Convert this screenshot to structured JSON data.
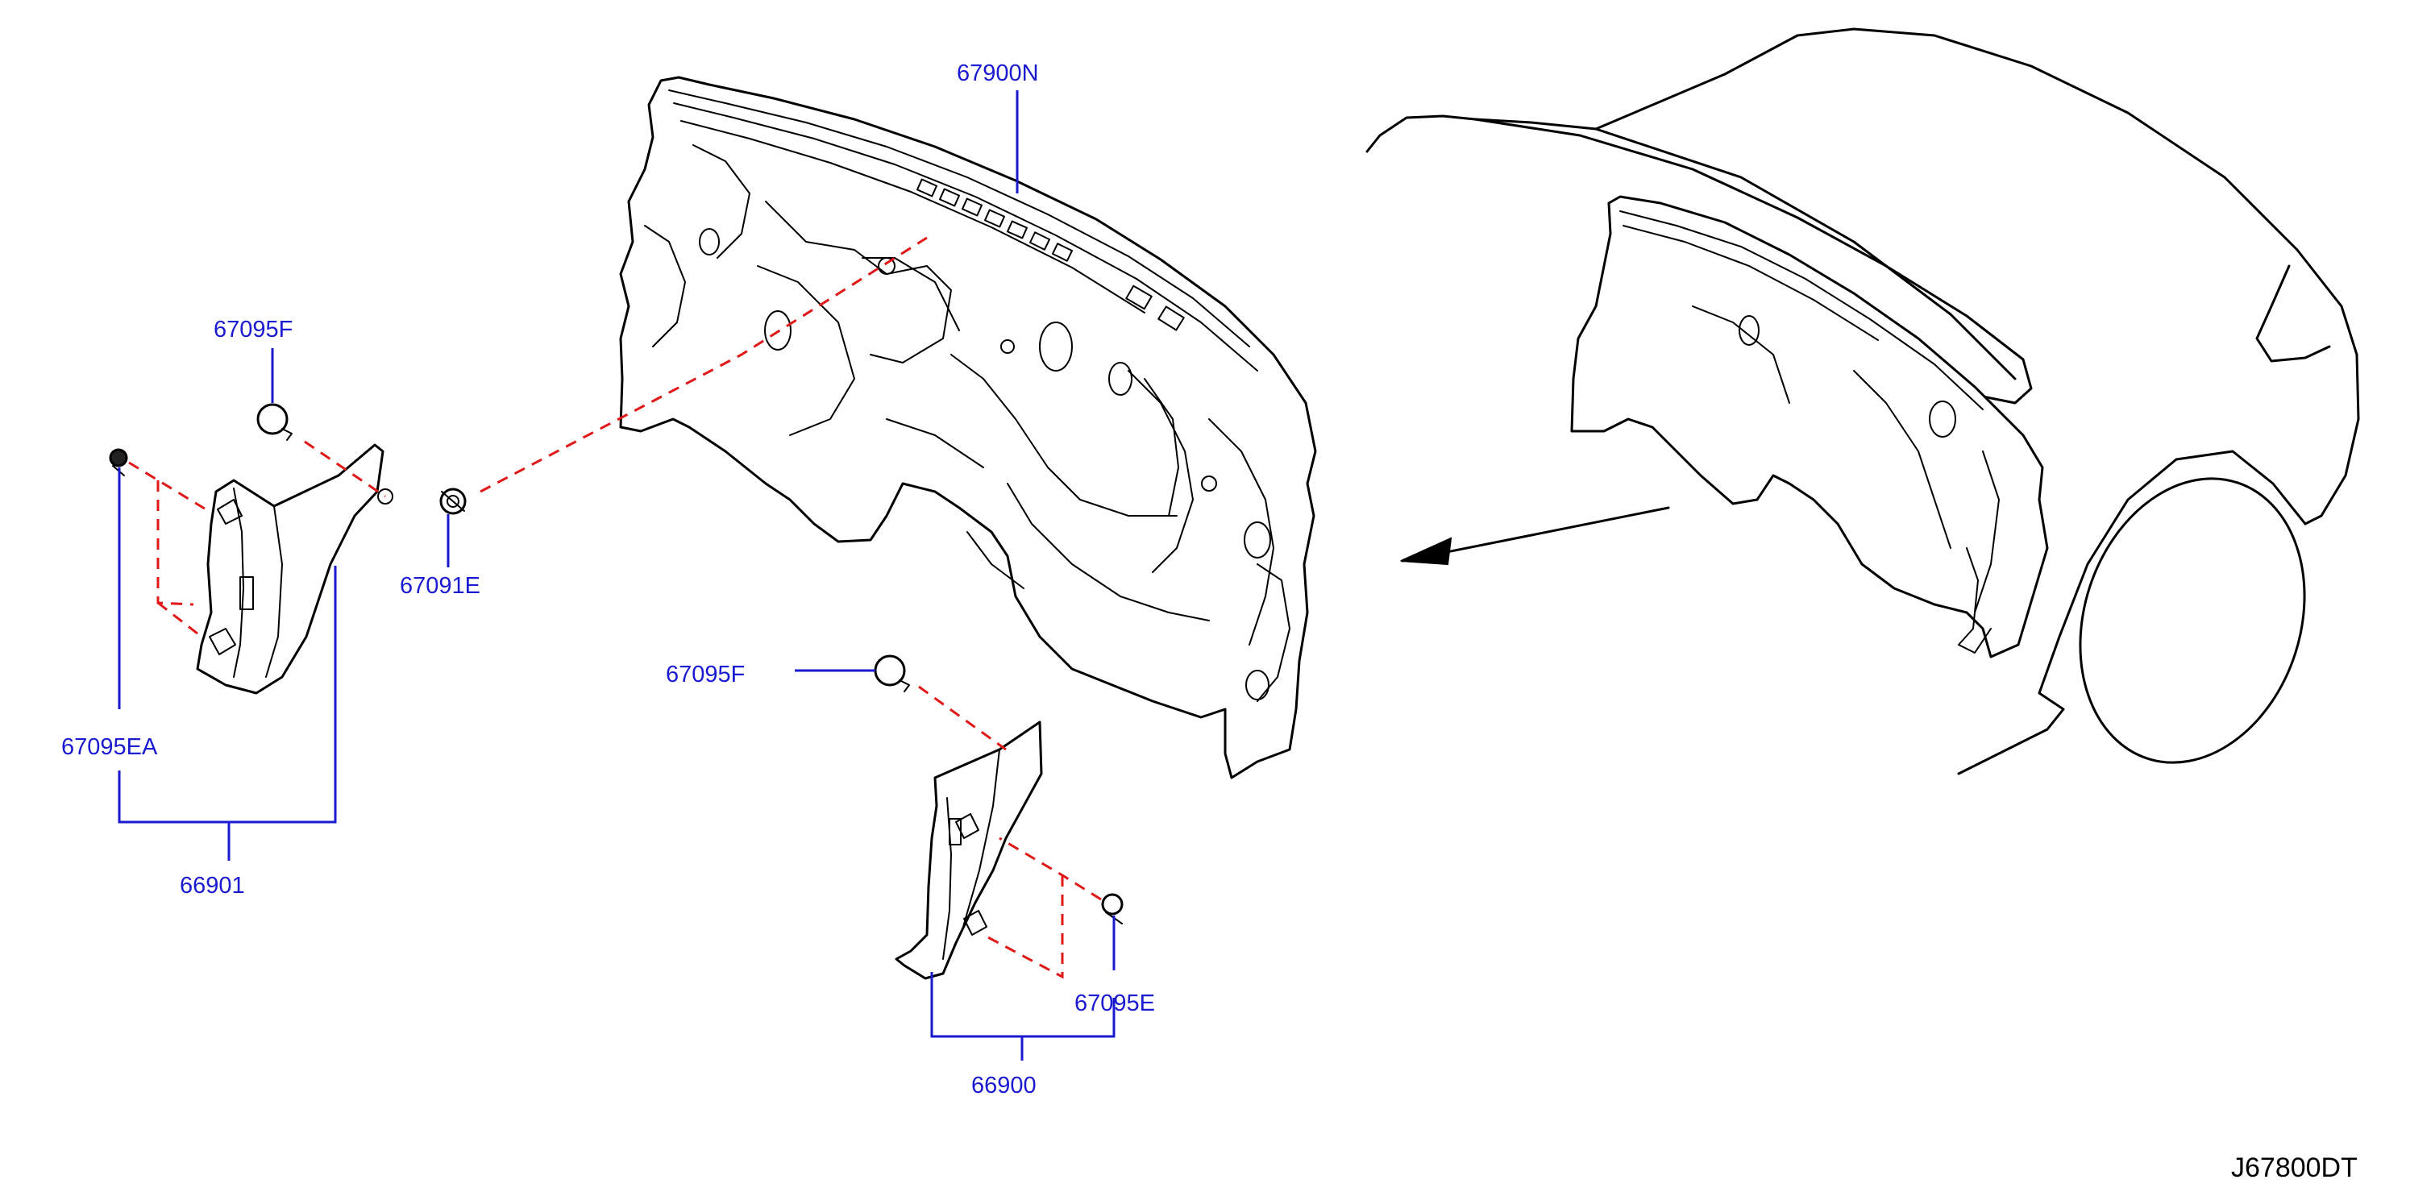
{
  "diagram": {
    "reference_code": "J67800DT",
    "colors": {
      "label": "#1a1ad0",
      "leader": "#1a1ad0",
      "dashed_guide": "#e01818",
      "linework": "#000000",
      "background": "#ffffff"
    },
    "parts": {
      "dash_panel": "67900N",
      "clip_upper_left": "67095F",
      "clip_grommet": "67091E",
      "clip_left_small": "67095EA",
      "insulator_left": "66901",
      "clip_lower_center": "67095F",
      "clip_right_small": "67095E",
      "insulator_right": "66900"
    },
    "view": {
      "arrow_icon": "direction-arrow-icon"
    }
  }
}
